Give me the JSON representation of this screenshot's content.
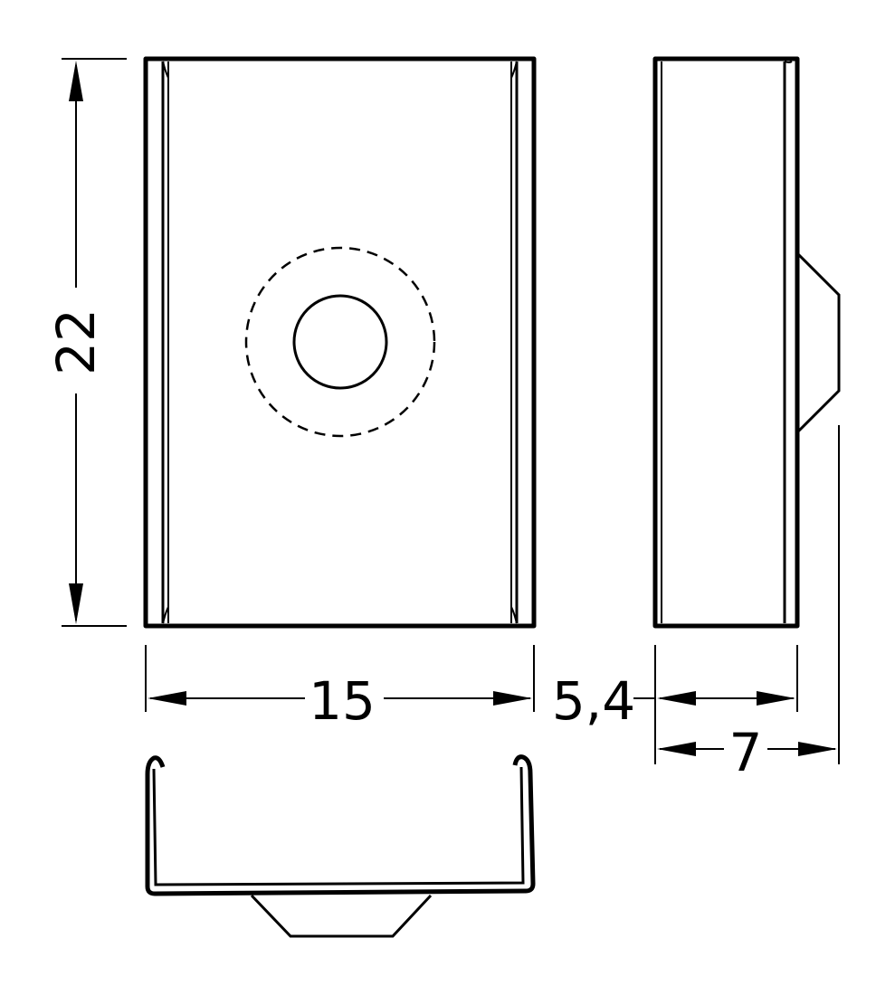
{
  "dimensions": {
    "height": "22",
    "width": "15",
    "depth_inner": "5,4",
    "depth_outer": "7"
  },
  "colors": {
    "line": "#000000",
    "background": "#ffffff"
  }
}
